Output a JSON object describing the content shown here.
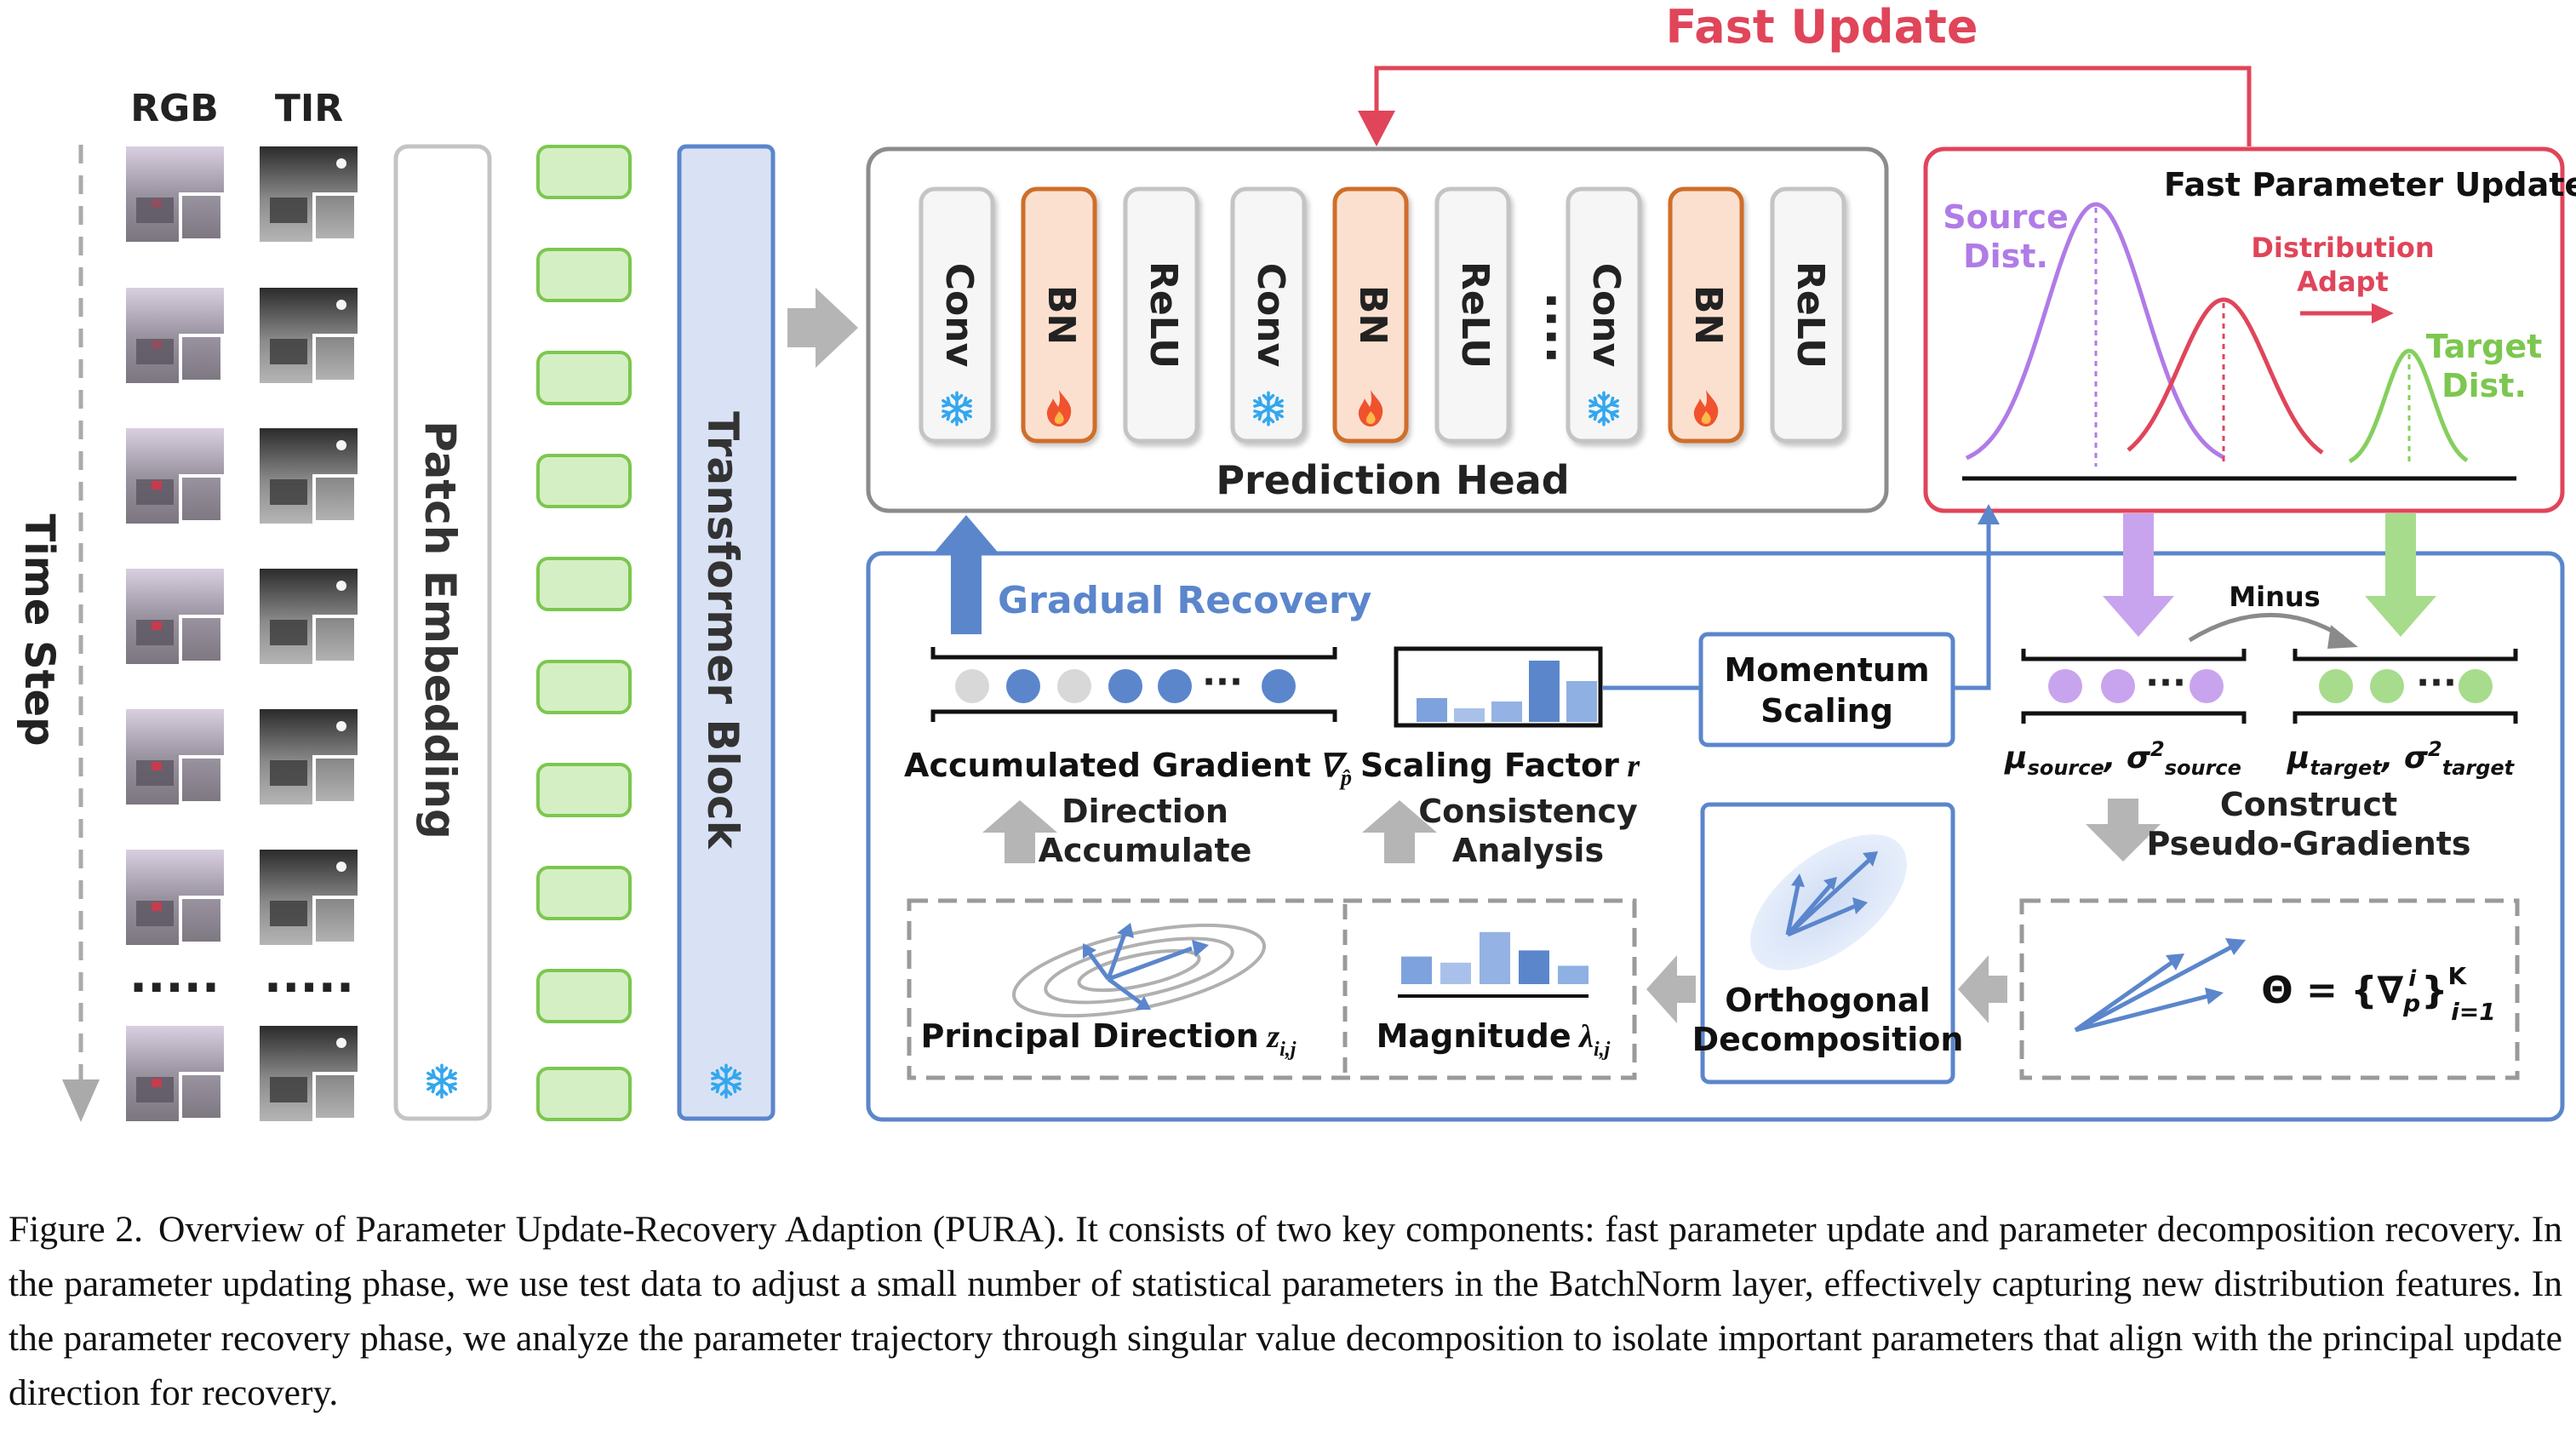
{
  "colors": {
    "blue": "#5b86cc",
    "red": "#e0455a",
    "purple": "#b07be6",
    "green": "#85cf5e",
    "orange": "#cf6e2a",
    "gray": "#aaaaaa"
  },
  "input": {
    "rgb_label": "RGB",
    "tir_label": "TIR",
    "time_label": "Time Step",
    "ellipsis": "....."
  },
  "backbone": {
    "patch_embedding": "Patch Embedding",
    "transformer_block": "Transformer Block"
  },
  "fast_update": "Fast Update",
  "prediction_head": {
    "title": "Prediction Head",
    "layers": [
      "Conv",
      "BN",
      "ReLU",
      "Conv",
      "BN",
      "ReLU",
      "Conv",
      "BN",
      "ReLU"
    ],
    "dots": "....",
    "frozen_icon": "snowflake-icon",
    "trainable_icon": "flame-icon"
  },
  "fast_parameter_update": {
    "title": "Fast Parameter Update",
    "source_line1": "Source",
    "source_line2": "Dist.",
    "adapt_line1": "Distribution",
    "adapt_line2": "Adapt",
    "target_line1": "Target",
    "target_line2": "Dist."
  },
  "recovery": {
    "gradual_recovery": "Gradual Recovery",
    "momentum_line1": "Momentum",
    "momentum_line2": "Scaling",
    "minus": "Minus",
    "accumulated_gradient": "Accumulated Gradient",
    "scaling_factor": "Scaling Factor",
    "direction_line1": "Direction",
    "direction_line2": "Accumulate",
    "consistency_line1": "Consistency",
    "consistency_line2": "Analysis",
    "construct_line1": "Construct",
    "construct_line2": "Pseudo-Gradients",
    "principal_direction": "Principal Direction",
    "magnitude": "Magnitude",
    "orthogonal_line1": "Orthogonal",
    "orthogonal_line2": "Decomposition",
    "dots": "···",
    "grad_dots": [
      "gray",
      "blue",
      "gray",
      "blue",
      "blue",
      "blue"
    ],
    "scaling_bars": [
      0.35,
      0.2,
      0.3,
      0.9,
      0.6
    ],
    "magnitude_bars": [
      0.45,
      0.35,
      0.85,
      0.55,
      0.3
    ]
  },
  "caption": {
    "label": "Figure 2.",
    "text": "Overview of Parameter Update-Recovery Adaption (PURA). It consists of two key components: fast parameter update and parameter decomposition recovery. In the parameter updating phase, we use test data to adjust a small number of statistical parameters in the BatchNorm layer, effectively capturing new distribution features. In the parameter recovery phase, we analyze the parameter trajectory through singular value decomposition to isolate important parameters that align with the principal update direction for recovery."
  }
}
